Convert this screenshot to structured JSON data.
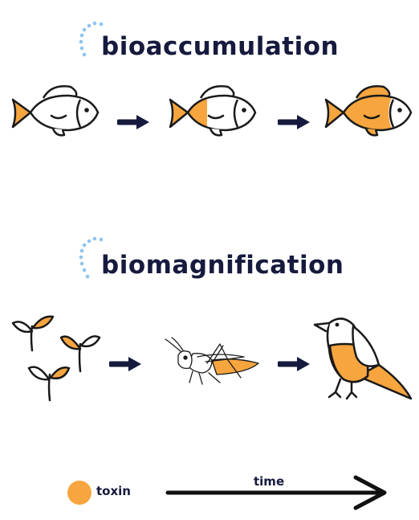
{
  "headings": {
    "bioaccumulation": "bioaccumulation",
    "biomagnification": "biomagnification"
  },
  "legend": {
    "toxin_label": "toxin",
    "toxin_color": "#f7a53f"
  },
  "time_axis": {
    "label": "time"
  },
  "colors": {
    "heading": "#161a3d",
    "arrow": "#161a3d",
    "outline": "#1a1a1a",
    "toxin": "#f7a53f",
    "dots": "#8fc4ee"
  },
  "bioaccumulation_stages": [
    {
      "organism": "fish",
      "toxin_fill": "tail only"
    },
    {
      "organism": "fish",
      "toxin_fill": "tail and rear body"
    },
    {
      "organism": "fish",
      "toxin_fill": "tail and most of body"
    }
  ],
  "biomagnification_chain": [
    {
      "organism": "seedlings",
      "icon": "sprout-icon"
    },
    {
      "organism": "grasshopper",
      "icon": "grasshopper-icon"
    },
    {
      "organism": "bird",
      "icon": "bird-icon"
    }
  ]
}
